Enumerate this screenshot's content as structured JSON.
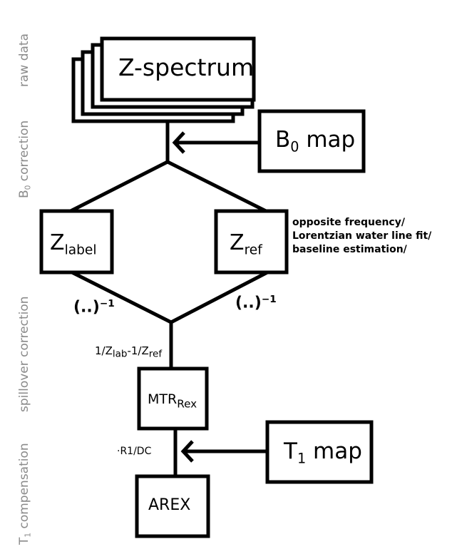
{
  "side_labels": {
    "raw_data": "raw data",
    "b0_correction": {
      "prefix": "B",
      "sub": "0",
      "suffix": " correction"
    },
    "spillover_correction": "spillover correction",
    "t1_compensation": {
      "prefix": "T",
      "sub": "1",
      "suffix": " compensation"
    }
  },
  "nodes": {
    "z_spectrum": "Z-spectrum",
    "b0_map": {
      "prefix": "B",
      "sub": "0",
      "suffix": " map"
    },
    "z_label": {
      "main": "Z",
      "sub": "label"
    },
    "z_ref": {
      "main": "Z",
      "sub": "ref"
    },
    "mtr_rex": {
      "main": "MTR",
      "sub": "Rex"
    },
    "t1_map": {
      "prefix": "T",
      "sub": "1",
      "suffix": " map"
    },
    "arex": "AREX"
  },
  "annotations": {
    "ref_methods": [
      "opposite frequency/",
      "Lorentzian water line fit/",
      "baseline estimation/"
    ],
    "inverse_left": {
      "main": "(..)",
      "sup": "−1"
    },
    "inverse_right": {
      "main": "(..)",
      "sup": "−1"
    },
    "difference": {
      "a": "1/Z",
      "a_sub": "lab",
      "b": "-1/Z",
      "b_sub": "ref"
    },
    "t1_scaling": "·R1/DC"
  },
  "colors": {
    "stroke": "#000000",
    "side_label": "#8a8a8a",
    "background": "#ffffff"
  }
}
